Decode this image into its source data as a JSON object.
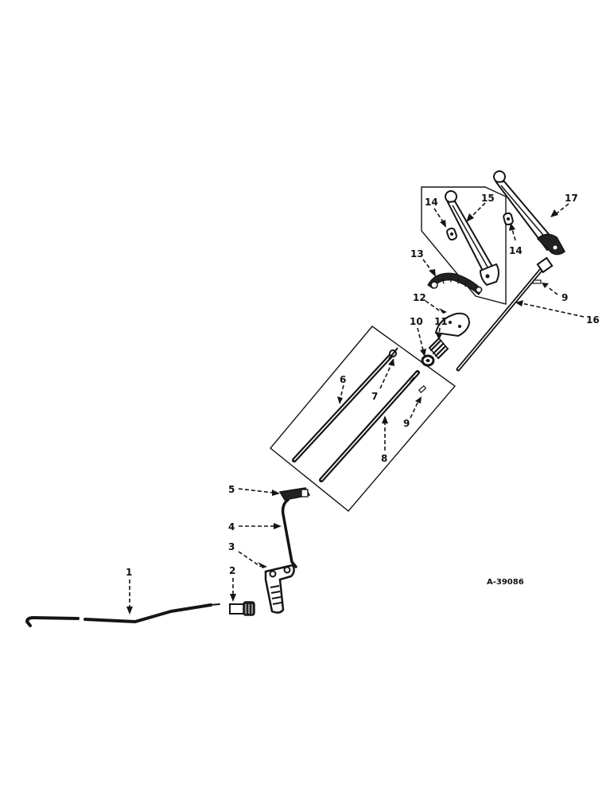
{
  "drawing_number": "A-39086",
  "callouts": [
    {
      "id": "1",
      "text": "1"
    },
    {
      "id": "2",
      "text": "2"
    },
    {
      "id": "3",
      "text": "3"
    },
    {
      "id": "4",
      "text": "4"
    },
    {
      "id": "5",
      "text": "5"
    },
    {
      "id": "6",
      "text": "6"
    },
    {
      "id": "7",
      "text": "7"
    },
    {
      "id": "8",
      "text": "8"
    },
    {
      "id": "9a",
      "text": "9"
    },
    {
      "id": "9b",
      "text": "9"
    },
    {
      "id": "10",
      "text": "10"
    },
    {
      "id": "11",
      "text": "11"
    },
    {
      "id": "12",
      "text": "12"
    },
    {
      "id": "13",
      "text": "13"
    },
    {
      "id": "14a",
      "text": "14"
    },
    {
      "id": "14b",
      "text": "14"
    },
    {
      "id": "15",
      "text": "15"
    },
    {
      "id": "16",
      "text": "16"
    },
    {
      "id": "17",
      "text": "17"
    }
  ]
}
